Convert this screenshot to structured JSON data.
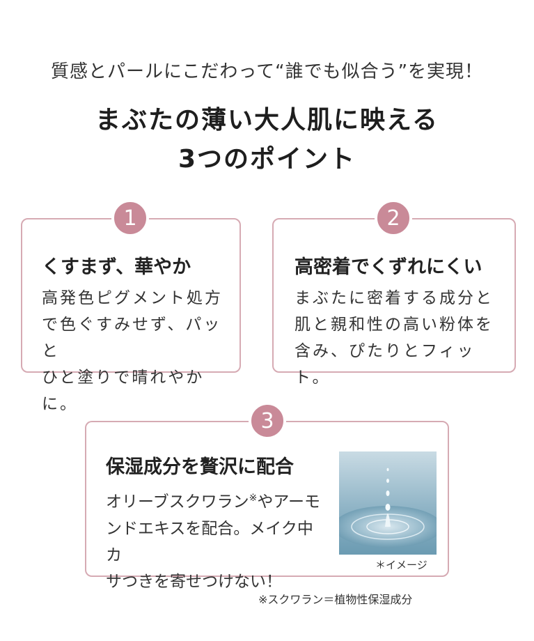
{
  "tagline": "質感とパールにこだわって“誰でも似合う”を実現！",
  "headline": {
    "line1": "まぶたの薄い大人肌に映える",
    "line2": "3つのポイント"
  },
  "points": [
    {
      "number": "1",
      "title": "くすまず、華やか",
      "body_lines": [
        "高発色ピグメント処方",
        "で色ぐすみせず、パッと",
        "ひと塗りで晴れやかに。"
      ]
    },
    {
      "number": "2",
      "title": "高密着でくずれにくい",
      "body_lines": [
        "まぶたに密着する成分と",
        "肌と親和性の高い粉体を",
        "含み、ぴたりとフィット。"
      ]
    },
    {
      "number": "3",
      "title": "保湿成分を贅沢に配合",
      "body_line1_pre": "オリーブスクワラン",
      "body_line1_mark": "※",
      "body_line1_post": "やアーモ",
      "body_line2": "ンドエキスを配合。メイク中カ",
      "body_line3": "サつきを寄せつけない！",
      "image_note": "＊イメージ",
      "image_icon": "water-drop-image"
    }
  ],
  "footnote": "※スクワラン＝植物性保湿成分",
  "colors": {
    "accent": "#c98a98",
    "card_border": "#d6aab3"
  }
}
